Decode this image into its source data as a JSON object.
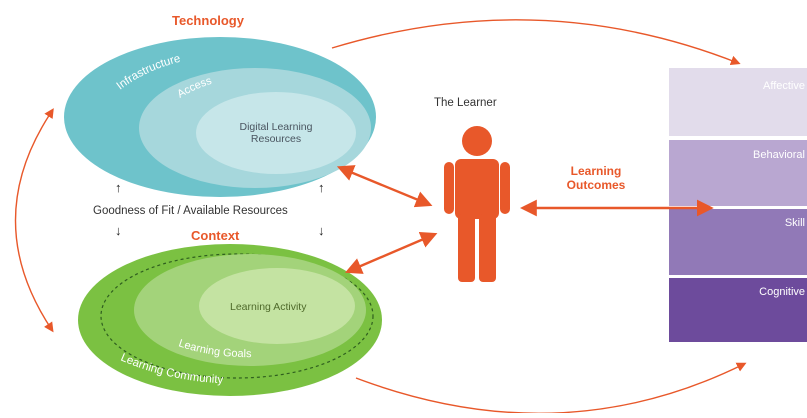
{
  "technology": {
    "title": "Technology",
    "rings": [
      "Infrastructure",
      "Access"
    ],
    "core": "Digital Learning Resources",
    "colors": {
      "outer": "#6ec3cb",
      "middle": "#a6d7dc",
      "inner": "#c6e6e9"
    }
  },
  "fit": {
    "label": "Goodness of Fit / Available Resources",
    "arrow_up": "↑",
    "arrow_down": "↓"
  },
  "context": {
    "title": "Context",
    "core": "Learning Activity",
    "rings": [
      "Learning Goals",
      "Learning Community"
    ],
    "colors": {
      "outer": "#7bc142",
      "middle": "#a3d37a",
      "inner": "#c4e3a2"
    }
  },
  "learner": {
    "title": "The Learner",
    "figure_color": "#e8582a"
  },
  "outcomes": {
    "title": "Learning Outcomes",
    "levels": [
      {
        "label": "Affective",
        "color": "#e2dceb"
      },
      {
        "label": "Behavioral",
        "color": "#b9a7d1"
      },
      {
        "label": "Skill",
        "color": "#9179b7"
      },
      {
        "label": "Cognitive",
        "color": "#6d4b9c"
      }
    ]
  },
  "colors": {
    "accent": "#e8582a"
  }
}
